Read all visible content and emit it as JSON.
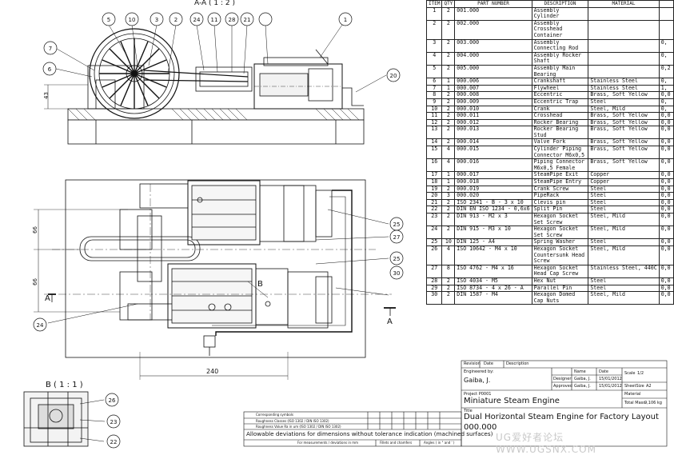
{
  "views": {
    "section_label": "A-A ( 1 : 2 )",
    "detail_label": "B ( 1 : 1 )",
    "section_arrow_left": "A",
    "section_arrow_right": "A",
    "detail_marker": "B",
    "dimensions": {
      "height_43": "43",
      "dim_66_top": "66",
      "dim_66_bottom": "66",
      "width_240": "240"
    },
    "balloons_top": [
      "5",
      "10",
      "3",
      "2",
      "24",
      "11",
      "28",
      "21",
      "1"
    ],
    "balloons_left": [
      "7",
      "6"
    ],
    "balloon_20": "20",
    "balloons_right": [
      "25",
      "27",
      "25",
      "30"
    ],
    "balloon_24": "24",
    "balloons_detail": [
      "26",
      "23",
      "22"
    ]
  },
  "bom": {
    "headers": [
      "ITEM",
      "QTY",
      "PART NUMBER",
      "DESCRIPTION",
      "MATERIAL",
      ""
    ],
    "rows": [
      {
        "item": "1",
        "qty": "2",
        "part": "001.000",
        "desc": "Assembly Cylinder",
        "mat": "",
        "mass": ""
      },
      {
        "item": "2",
        "qty": "2",
        "part": "002.000",
        "desc": "Assembly Crosshead Container",
        "mat": "",
        "mass": ""
      },
      {
        "item": "3",
        "qty": "2",
        "part": "003.000",
        "desc": "Assembly Connecting Rod",
        "mat": "",
        "mass": "0,"
      },
      {
        "item": "4",
        "qty": "2",
        "part": "004.000",
        "desc": "Assembly Rocker Shaft",
        "mat": "",
        "mass": "0,"
      },
      {
        "item": "5",
        "qty": "2",
        "part": "005.000",
        "desc": "Assembly Main Bearing",
        "mat": "",
        "mass": "0,2"
      },
      {
        "item": "6",
        "qty": "1",
        "part": "000.006",
        "desc": "Crankshaft",
        "mat": "Stainless Steel",
        "mass": "0,"
      },
      {
        "item": "7",
        "qty": "1",
        "part": "000.007",
        "desc": "Flywheel",
        "mat": "Stainless Steel",
        "mass": "1,"
      },
      {
        "item": "8",
        "qty": "2",
        "part": "000.008",
        "desc": "Eccentric",
        "mat": "Brass, Soft Yellow",
        "mass": "0,0"
      },
      {
        "item": "9",
        "qty": "2",
        "part": "000.009",
        "desc": "Eccentric Trap",
        "mat": "Steel",
        "mass": "0,"
      },
      {
        "item": "10",
        "qty": "2",
        "part": "000.010",
        "desc": "Crank",
        "mat": "Steel, Mild",
        "mass": "0,"
      },
      {
        "item": "11",
        "qty": "2",
        "part": "000.011",
        "desc": "Crosshead",
        "mat": "Brass, Soft Yellow",
        "mass": "0,0"
      },
      {
        "item": "12",
        "qty": "2",
        "part": "000.012",
        "desc": "Rocker Bearing",
        "mat": "Brass, Soft Yellow",
        "mass": "0,0"
      },
      {
        "item": "13",
        "qty": "2",
        "part": "000.013",
        "desc": "Rocker Bearing Stud",
        "mat": "Brass, Soft Yellow",
        "mass": "0,0"
      },
      {
        "item": "14",
        "qty": "2",
        "part": "000.014",
        "desc": "Valve Fork",
        "mat": "Brass, Soft Yellow",
        "mass": "0,0"
      },
      {
        "item": "15",
        "qty": "4",
        "part": "000.015",
        "desc": "Cylinder Piping Connector M6x0,5",
        "mat": "Brass, Soft Yellow",
        "mass": "0,0"
      },
      {
        "item": "16",
        "qty": "4",
        "part": "000.016",
        "desc": "Piping Connector M6x0,5 Female",
        "mat": "Brass, Soft Yellow",
        "mass": "0,0"
      },
      {
        "item": "17",
        "qty": "1",
        "part": "000.017",
        "desc": "SteamPipe Exit",
        "mat": "Copper",
        "mass": "0,0"
      },
      {
        "item": "18",
        "qty": "1",
        "part": "000.018",
        "desc": "SteamPipe Entry",
        "mat": "Copper",
        "mass": "0,0"
      },
      {
        "item": "19",
        "qty": "2",
        "part": "000.019",
        "desc": "Crank Screw",
        "mat": "Steel",
        "mass": "0,0"
      },
      {
        "item": "20",
        "qty": "3",
        "part": "000.020",
        "desc": "PipeRack",
        "mat": "Steel",
        "mass": "0,0"
      },
      {
        "item": "21",
        "qty": "2",
        "part": "ISO 2341 - B - 3 x 10",
        "desc": "Clevis pin",
        "mat": "Steel",
        "mass": "0,0"
      },
      {
        "item": "22",
        "qty": "2",
        "part": "DIN EN ISO 1234 - 0,6x6",
        "desc": "Split Pin",
        "mat": "Steel",
        "mass": "0,0"
      },
      {
        "item": "23",
        "qty": "2",
        "part": "DIN 913 - M2 x 3",
        "desc": "Hexagon Socket Set Screw",
        "mat": "Steel, Mild",
        "mass": "0,0"
      },
      {
        "item": "24",
        "qty": "2",
        "part": "DIN 915 - M3 x 10",
        "desc": "Hexagon Socket Set Screw",
        "mat": "Steel, Mild",
        "mass": "0,0"
      },
      {
        "item": "25",
        "qty": "10",
        "part": "DIN 125 - A4",
        "desc": "Spring Washer",
        "mat": "Steel",
        "mass": "0,0"
      },
      {
        "item": "26",
        "qty": "4",
        "part": "ISO 10642 - M4 x 10",
        "desc": "Hexagon Socket Countersunk Head Screw",
        "mat": "Steel, Mild",
        "mass": "0,0"
      },
      {
        "item": "27",
        "qty": "8",
        "part": "ISO 4762 - M4 x 16",
        "desc": "Hexagon Socket Head Cap Screw",
        "mat": "Stainless Steel, 440C",
        "mass": "0,0"
      },
      {
        "item": "28",
        "qty": "2",
        "part": "ISO 4034 - M5",
        "desc": "Hex Nut",
        "mat": "Steel",
        "mass": "0,0"
      },
      {
        "item": "29",
        "qty": "2",
        "part": "ISO 8734 - 4 x 26 - A",
        "desc": "Parallel Pin",
        "mat": "Steel",
        "mass": "0,0"
      },
      {
        "item": "30",
        "qty": "2",
        "part": "DIN 1587 - M4",
        "desc": "Hexagon Domed Cap Nuts",
        "mat": "Steel, Mild",
        "mass": "0,0"
      }
    ]
  },
  "title_block": {
    "revision_label": "Revision",
    "date_label": "Date",
    "description_label": "Description",
    "engineered_by_label": "Engineered by:",
    "engineer": "Gaiba, J.",
    "name_label": "Name",
    "date_col_label": "Date",
    "designer_label": "Designer",
    "designer_name": "Gaiba, J.",
    "designer_date": "15/01/2012",
    "approved_label": "Approved",
    "approved_name": "Gaiba, J.",
    "approved_date": "15/01/2012",
    "scale_label": "Scale",
    "scale": "1/2",
    "sheet_label": "SheetSize",
    "sheet": "A2",
    "material_label": "Material",
    "mass_label": "Total Mass",
    "mass": "9,106 kg",
    "project_label": "Project P0001",
    "project": "Miniature Steam Engine",
    "title_label": "Title",
    "title": "Dual Horizontal Steam Engine for Factory Layout",
    "drawing_no": "000.000",
    "tolerance_note": "Allowable deviations for dimensions without tolerance indication (machined surfaces)",
    "roughness_label": "Corresponding symbols",
    "roughness_1": "Roughness Classes (ISO 1302 / DIN ISO 1302)",
    "roughness_2": "Roughness Value Ra in um (ISO 1302 / DIN ISO 1302)",
    "tolerance_footer_1": "For measurements / deviations in mm",
    "tolerance_footer_2": "Fillets and chamfers",
    "tolerance_footer_3": "Angles ( in ° and ' )"
  },
  "watermark": "UG爱好者论坛 WWW.UGSNX.COM"
}
